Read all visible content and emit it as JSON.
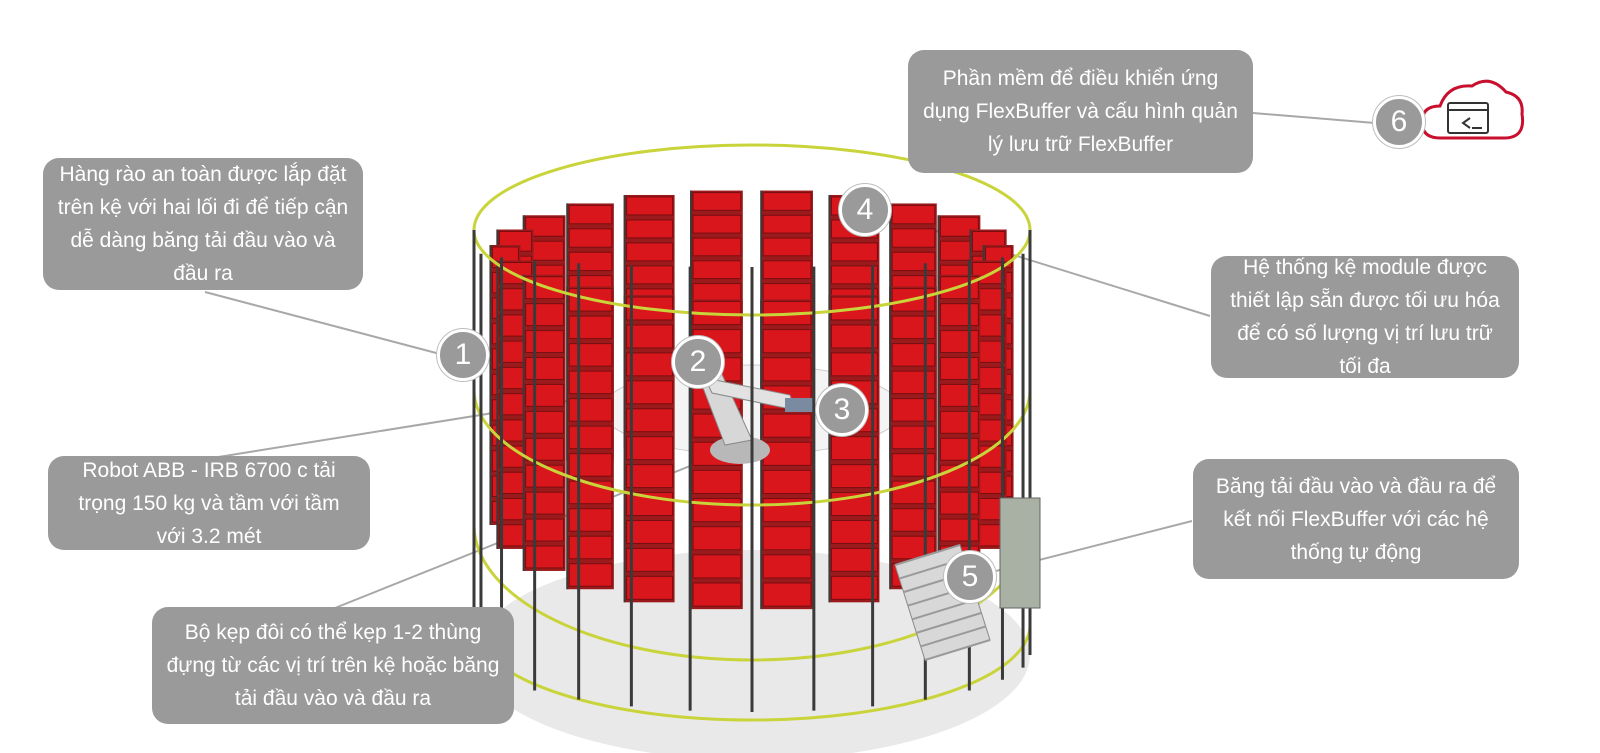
{
  "callouts": [
    {
      "number": "1",
      "text": "Hàng rào an toàn được lắp đặt trên kệ với hai lối đi để tiếp cận dễ dàng băng tải đầu vào và đầu ra"
    },
    {
      "number": "2",
      "text": "Robot ABB - IRB 6700 c tải trọng 150 kg và tầm với tầm với 3.2 mét"
    },
    {
      "number": "3",
      "text": "Bộ kẹp đôi có thể kẹp 1-2 thùng đựng từ các vị trí trên kệ hoặc băng tải đầu vào và đầu ra"
    },
    {
      "number": "4",
      "text": "Hệ thống kệ module được thiết lập sẵn được tối ưu hóa để có số lượng vị trí lưu trữ tối đa"
    },
    {
      "number": "5",
      "text": "Băng tải đầu vào và đầu ra để kết nối FlexBuffer với các hệ thống tự động"
    },
    {
      "number": "6",
      "text": "Phần mềm để điều khiển ứng dụng FlexBuffer và cấu hình quản lý lưu trữ FlexBuffer"
    }
  ],
  "colors": {
    "callout_bg": "#9a9a9a",
    "bin_red": "#d8161b",
    "fence_yellow": "#c9d43a",
    "frame_dark": "#3a3a3a",
    "cloud_red": "#c8102e"
  },
  "icons": {
    "cloud": "cloud-terminal-icon"
  }
}
